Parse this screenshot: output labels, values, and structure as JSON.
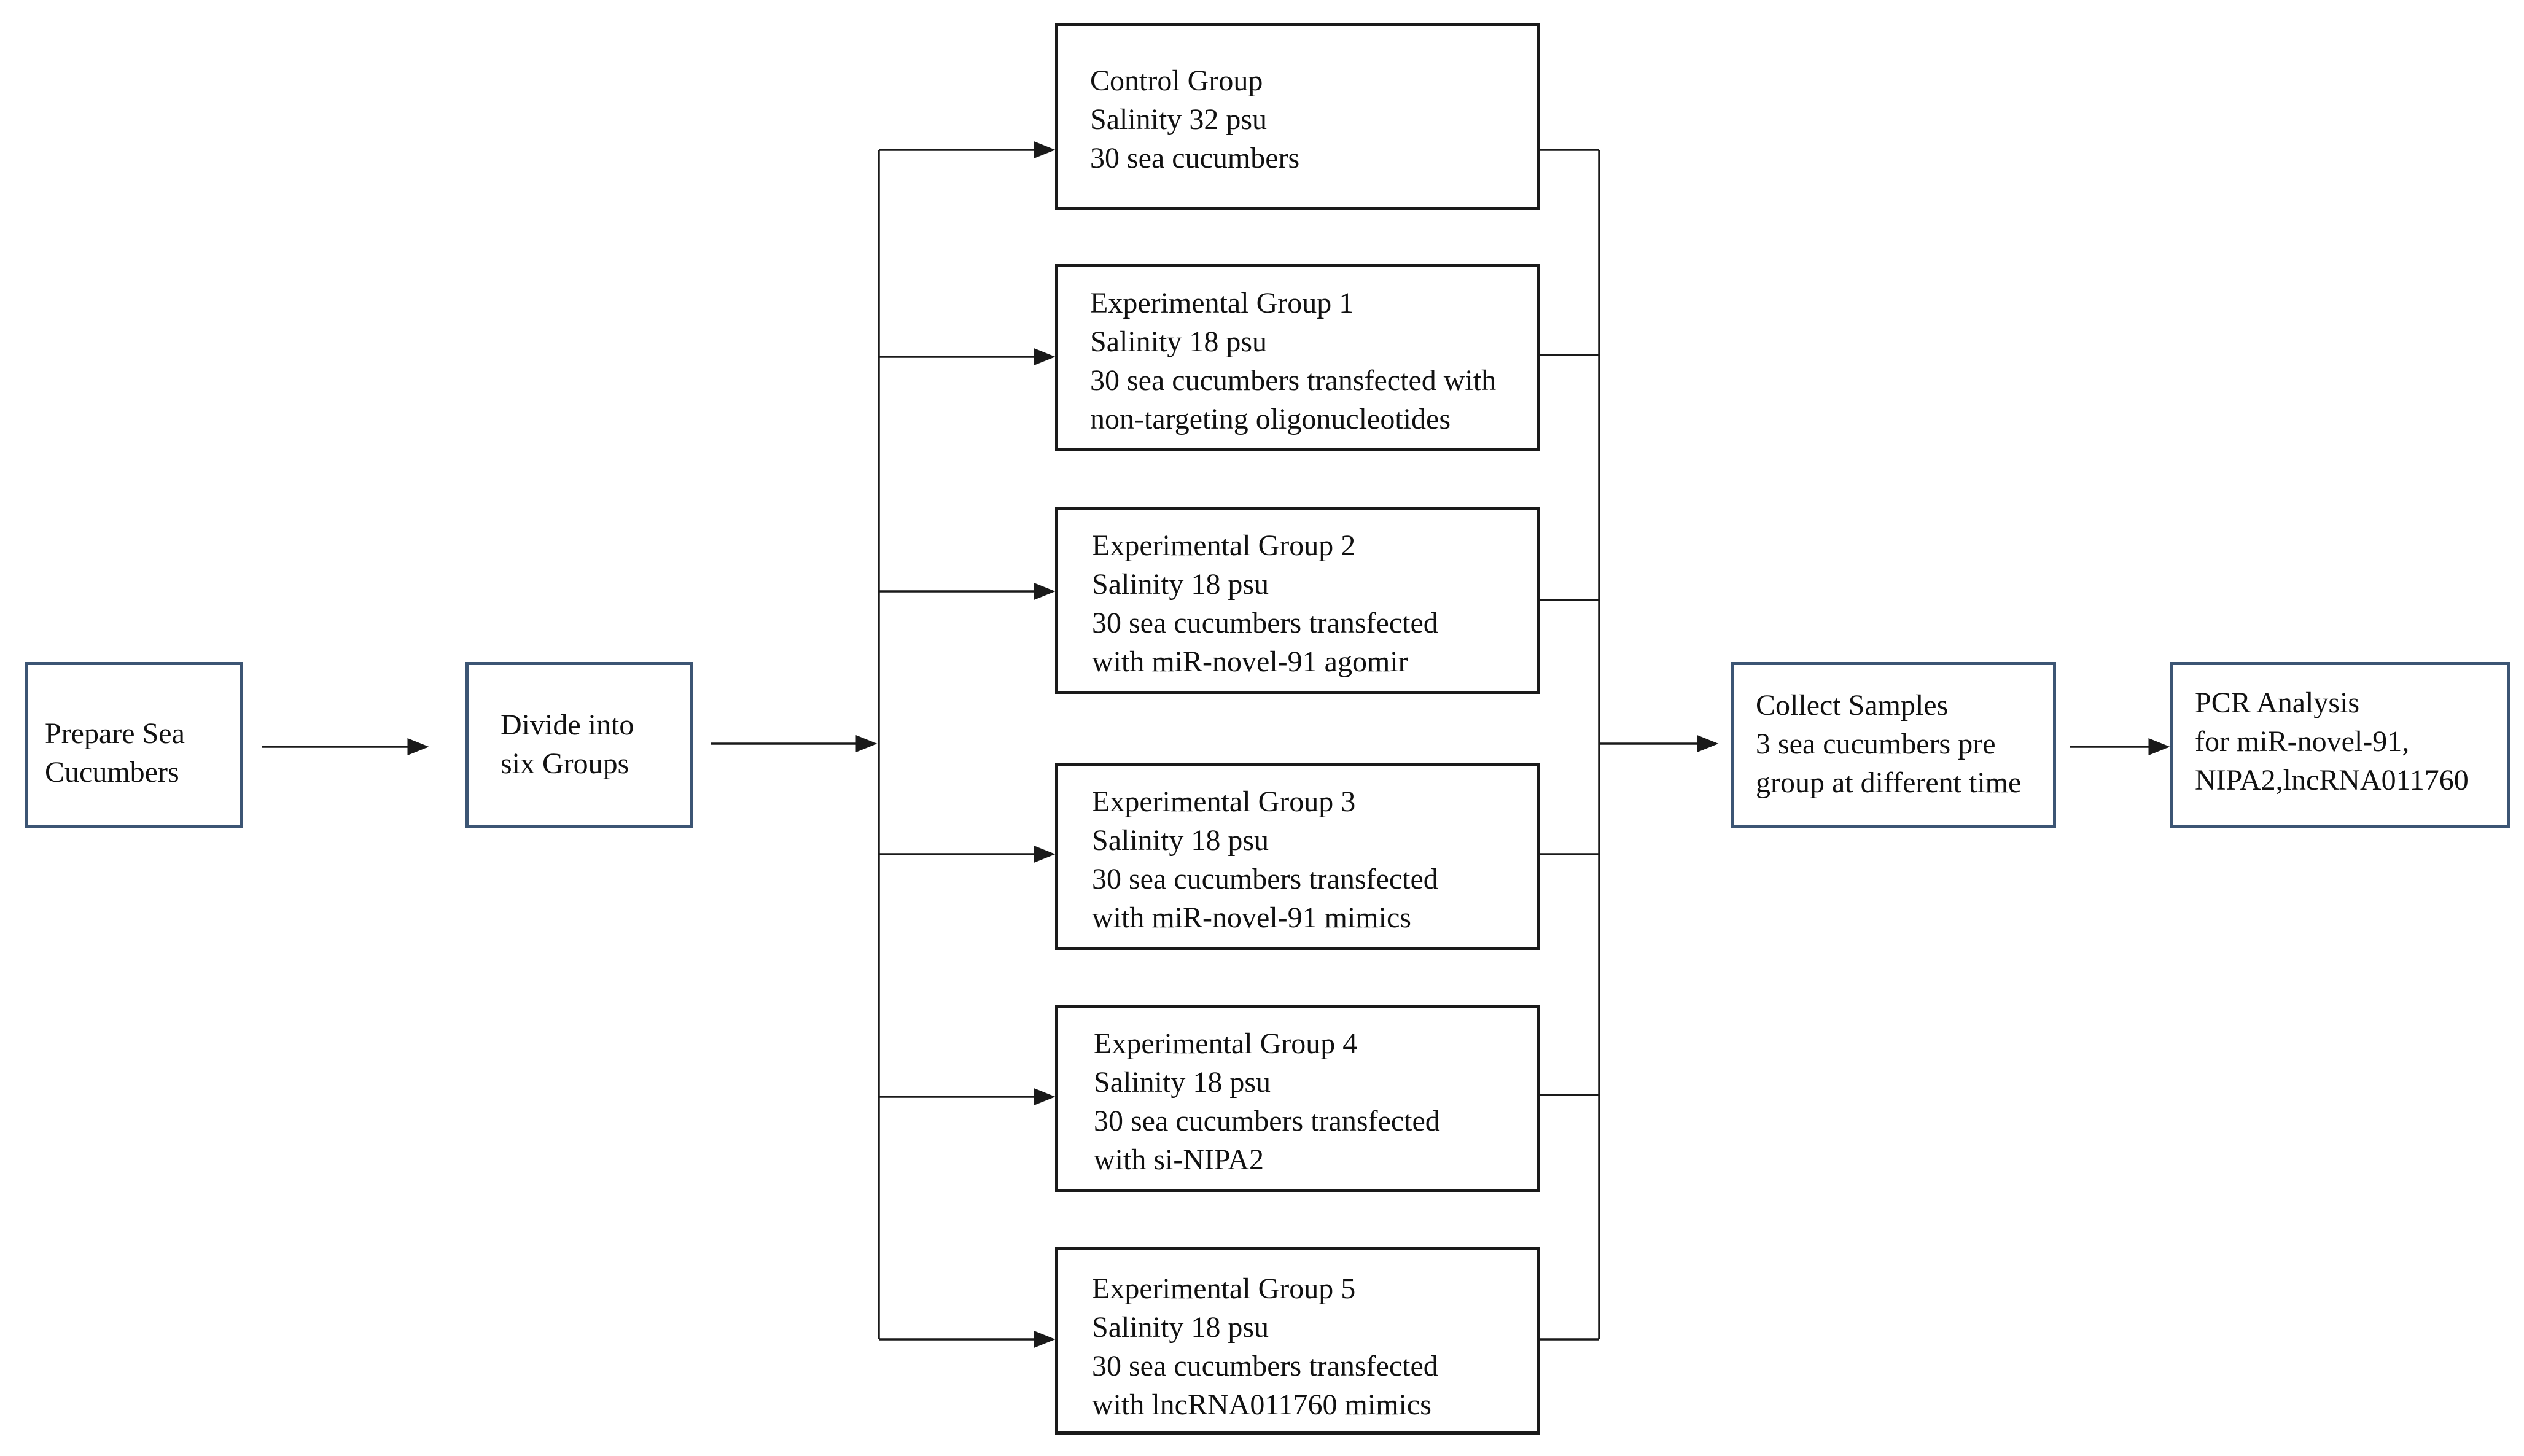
{
  "colors": {
    "line": "#1a1a1a",
    "box_border_blue": "#3c5574",
    "box_border_black": "#1a1a1a",
    "text": "#111111",
    "background": "#ffffff"
  },
  "nodes": {
    "prepare": {
      "lines": [
        "Prepare Sea",
        "Cucumbers"
      ]
    },
    "divide": {
      "lines": [
        "Divide into",
        "six Groups"
      ]
    },
    "control": {
      "lines": [
        "Control Group",
        "Salinity 32 psu",
        "30 sea cucumbers"
      ]
    },
    "exp1": {
      "lines": [
        "Experimental Group 1",
        "Salinity 18 psu",
        "30 sea cucumbers transfected with",
        "non-targeting oligonucleotides"
      ]
    },
    "exp2": {
      "lines": [
        "Experimental Group 2",
        "Salinity 18 psu",
        "30 sea cucumbers transfected",
        "with miR-novel-91 agomir"
      ]
    },
    "exp3": {
      "lines": [
        "Experimental Group 3",
        "Salinity 18 psu",
        "30 sea cucumbers transfected",
        "with miR-novel-91 mimics"
      ]
    },
    "exp4": {
      "lines": [
        "Experimental Group 4",
        "Salinity 18 psu",
        "30 sea cucumbers transfected",
        "with si-NIPA2"
      ]
    },
    "exp5": {
      "lines": [
        "Experimental Group 5",
        "Salinity 18 psu",
        "30 sea cucumbers transfected",
        "with lncRNA011760 mimics"
      ]
    },
    "collect": {
      "lines": [
        "Collect Samples",
        "3 sea cucumbers pre",
        "group at different time"
      ]
    },
    "pcr": {
      "lines": [
        "PCR Analysis",
        "for miR-novel-91,",
        "NIPA2,lncRNA011760"
      ]
    }
  }
}
